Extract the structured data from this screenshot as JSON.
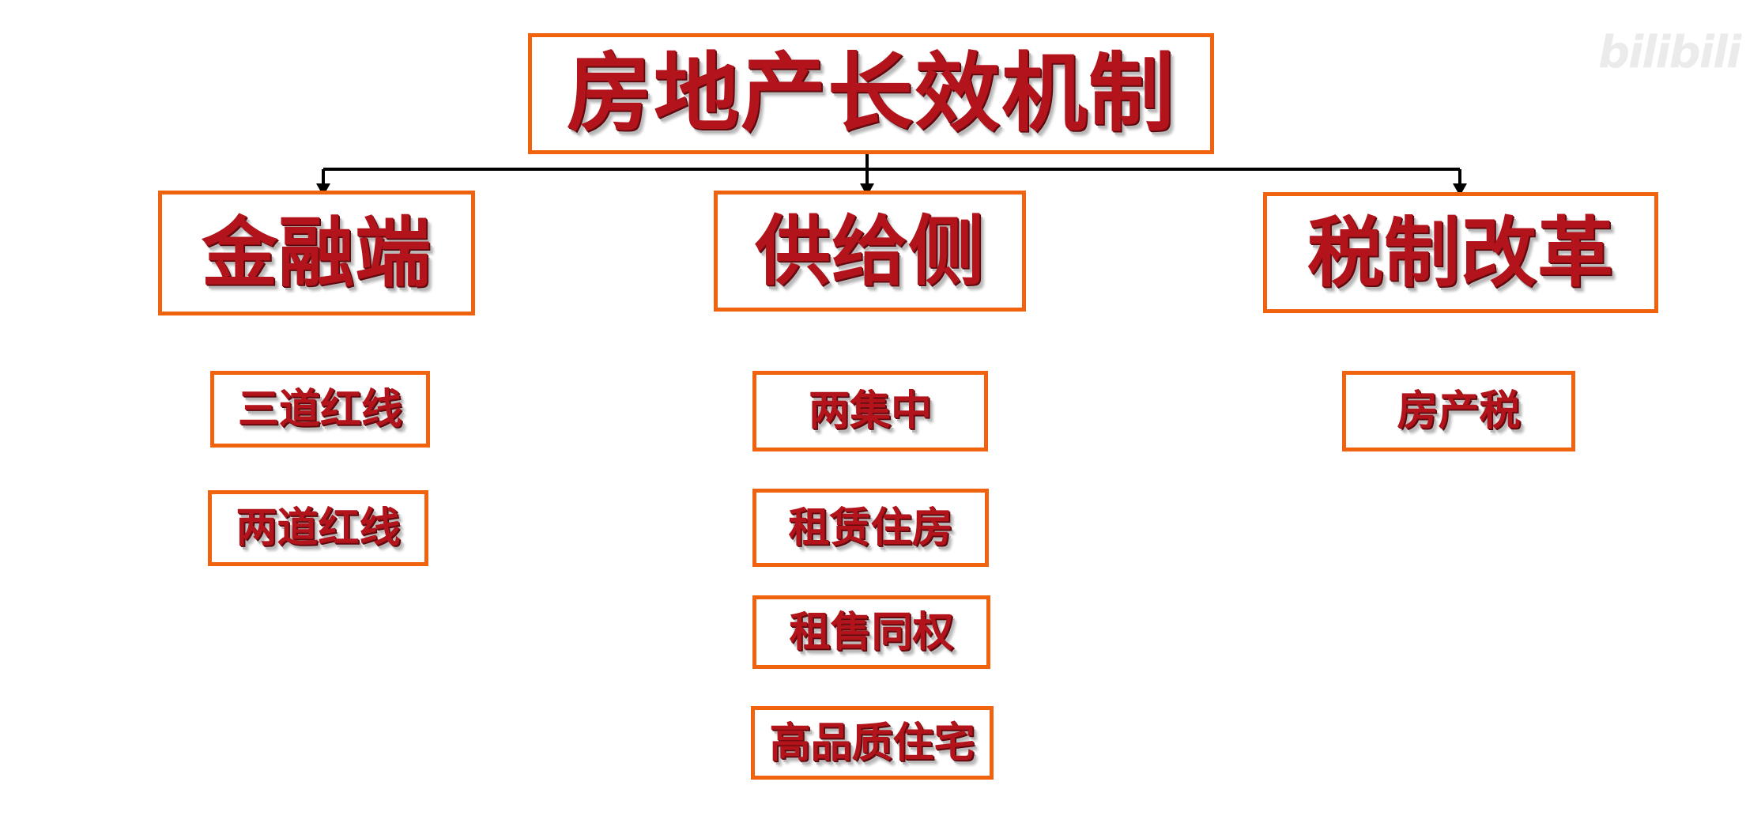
{
  "watermark": "bilibili",
  "colors": {
    "box_border": "#f0620e",
    "text_fill": "#b3141c",
    "connector": "#000000"
  },
  "root": {
    "label": "房地产长效机制"
  },
  "branches": [
    {
      "label": "金融端",
      "items": [
        "三道红线",
        "两道红线"
      ]
    },
    {
      "label": "供给侧",
      "items": [
        "两集中",
        "租赁住房",
        "租售同权",
        "高品质住宅"
      ]
    },
    {
      "label": "税制改革",
      "items": [
        "房产税"
      ]
    }
  ]
}
